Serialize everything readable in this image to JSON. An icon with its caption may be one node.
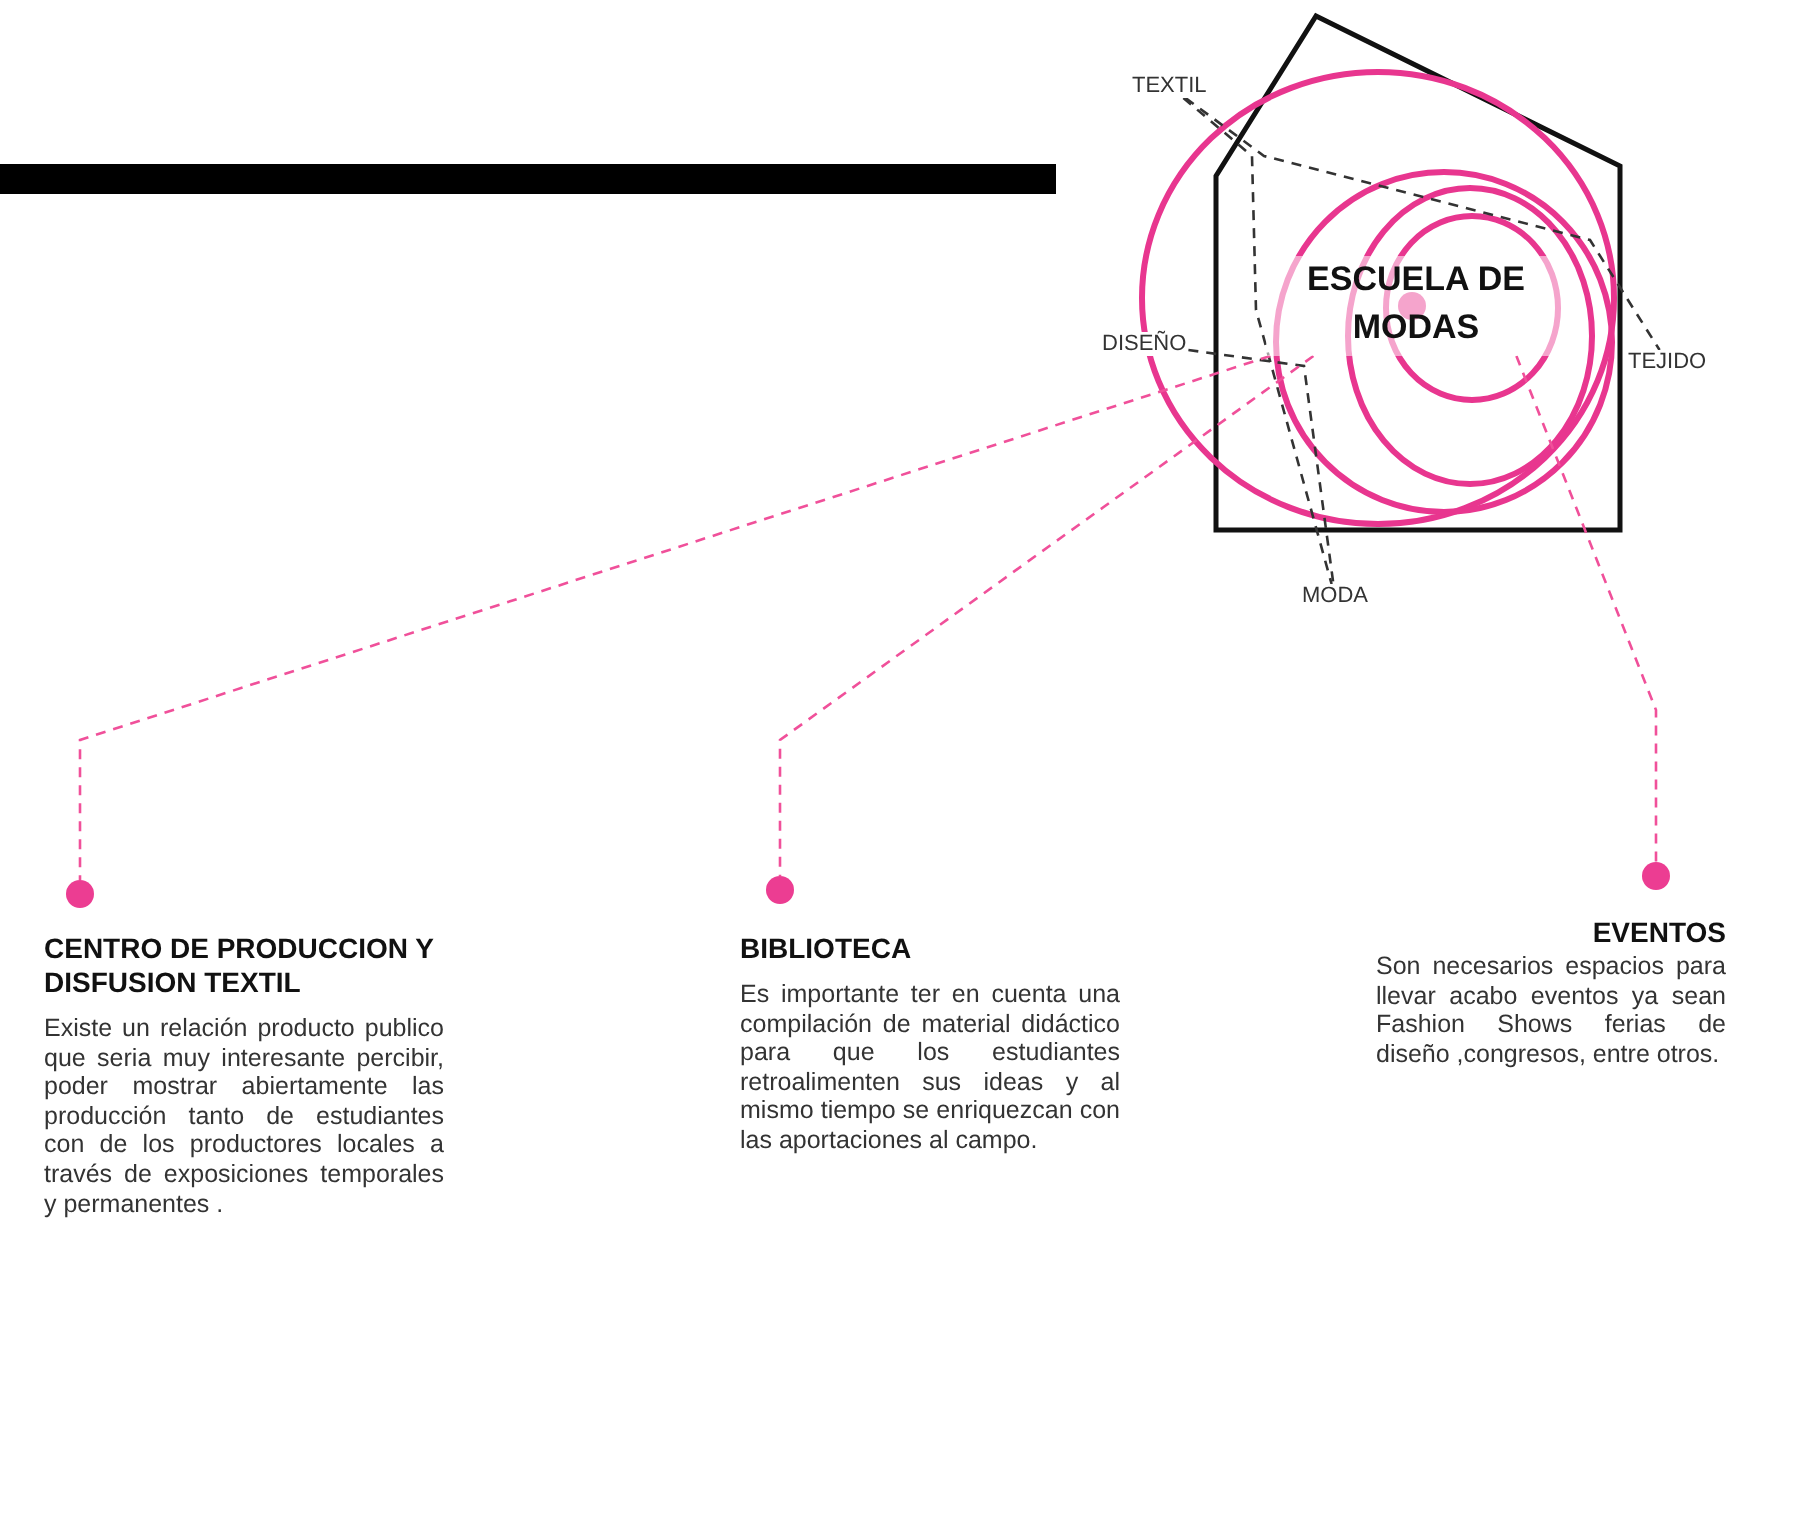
{
  "diagram": {
    "nodes": [
      {
        "text": [
          "ESCUELA DE MODAS"
        ]
      },
      {
        "text": [
          "TEXTIL"
        ]
      },
      {
        "text": [
          "DISEÑO"
        ]
      },
      {
        "text": [
          "TEJIDO"
        ]
      },
      {
        "text": [
          "MODA"
        ]
      },
      {
        "text": [],
        "shape": "circle",
        "beside": [
          "CENTRO DE PRODUCCION Y DISFUSION TEXTIL",
          "Existe un relación producto publico que seria muy interesante percibir, poder mostrar abiertamente las producción tanto de estudiantes con de los productores locales a través de exposiciones temporales y permanentes ."
        ]
      },
      {
        "text": [],
        "shape": "circle",
        "beside": [
          "BIBLIOTECA",
          "Es importante ter en cuenta una compilación de material didáctico para que los estudiantes retroalimenten sus ideas y al mismo tiempo se enriquezcan con las aportaciones al campo."
        ]
      },
      {
        "text": [],
        "shape": "circle",
        "beside": [
          "EVENTOS",
          "Son necesarios espacios para llevar acabo eventos ya sean Fashion Shows ferias de diseño ,congresos, entre otros."
        ]
      }
    ],
    "edges": [
      {
        "from": 1,
        "to": 3,
        "arrow": "none",
        "style": "dashed"
      },
      {
        "from": 1,
        "to": 4,
        "arrow": "none",
        "style": "dashed"
      },
      {
        "from": 2,
        "to": 4,
        "arrow": "none",
        "style": "dashed"
      },
      {
        "from": 0,
        "to": 5,
        "arrow": "none",
        "style": "dashed",
        "color": "#f0509a"
      },
      {
        "from": 0,
        "to": 6,
        "arrow": "none",
        "style": "dashed",
        "color": "#f0509a"
      },
      {
        "from": 0,
        "to": 7,
        "arrow": "none",
        "style": "dashed",
        "color": "#f0509a"
      }
    ]
  }
}
